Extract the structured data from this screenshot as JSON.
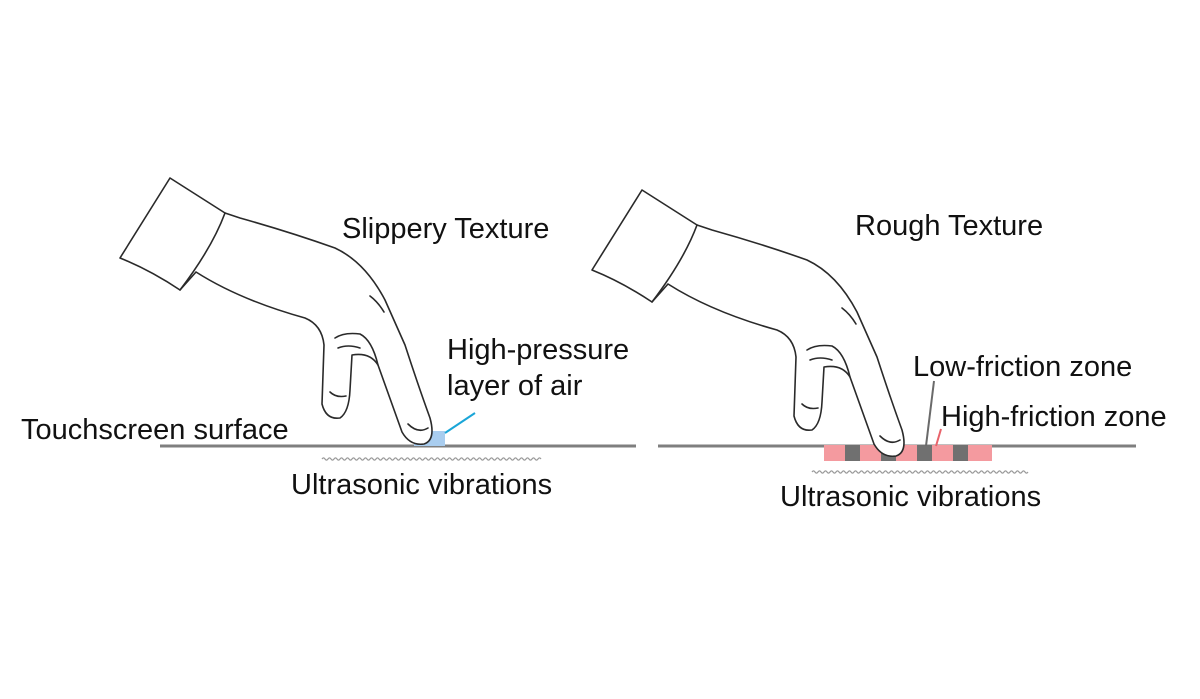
{
  "left_panel": {
    "title": "Slippery Texture",
    "air_label_line1": "High-pressure",
    "air_label_line2": "layer of air",
    "surface_label": "Touchscreen surface",
    "vibration_label": "Ultrasonic vibrations"
  },
  "right_panel": {
    "title": "Rough Texture",
    "low_friction_label": "Low-friction zone",
    "high_friction_label": "High-friction zone",
    "vibration_label": "Ultrasonic vibrations"
  },
  "colors": {
    "surface": "#7f7f7f",
    "air_layer": "#a9cdef",
    "air_leader": "#1aa6d8",
    "high_friction": "#f49a9f",
    "low_friction": "#707070",
    "high_friction_leader": "#e8636b",
    "low_friction_leader": "#6a6a6a",
    "vibration_wave": "#9a9a9a"
  },
  "icons": {
    "hand": "pointing-hand-icon",
    "wave": "vibration-wave-icon"
  }
}
